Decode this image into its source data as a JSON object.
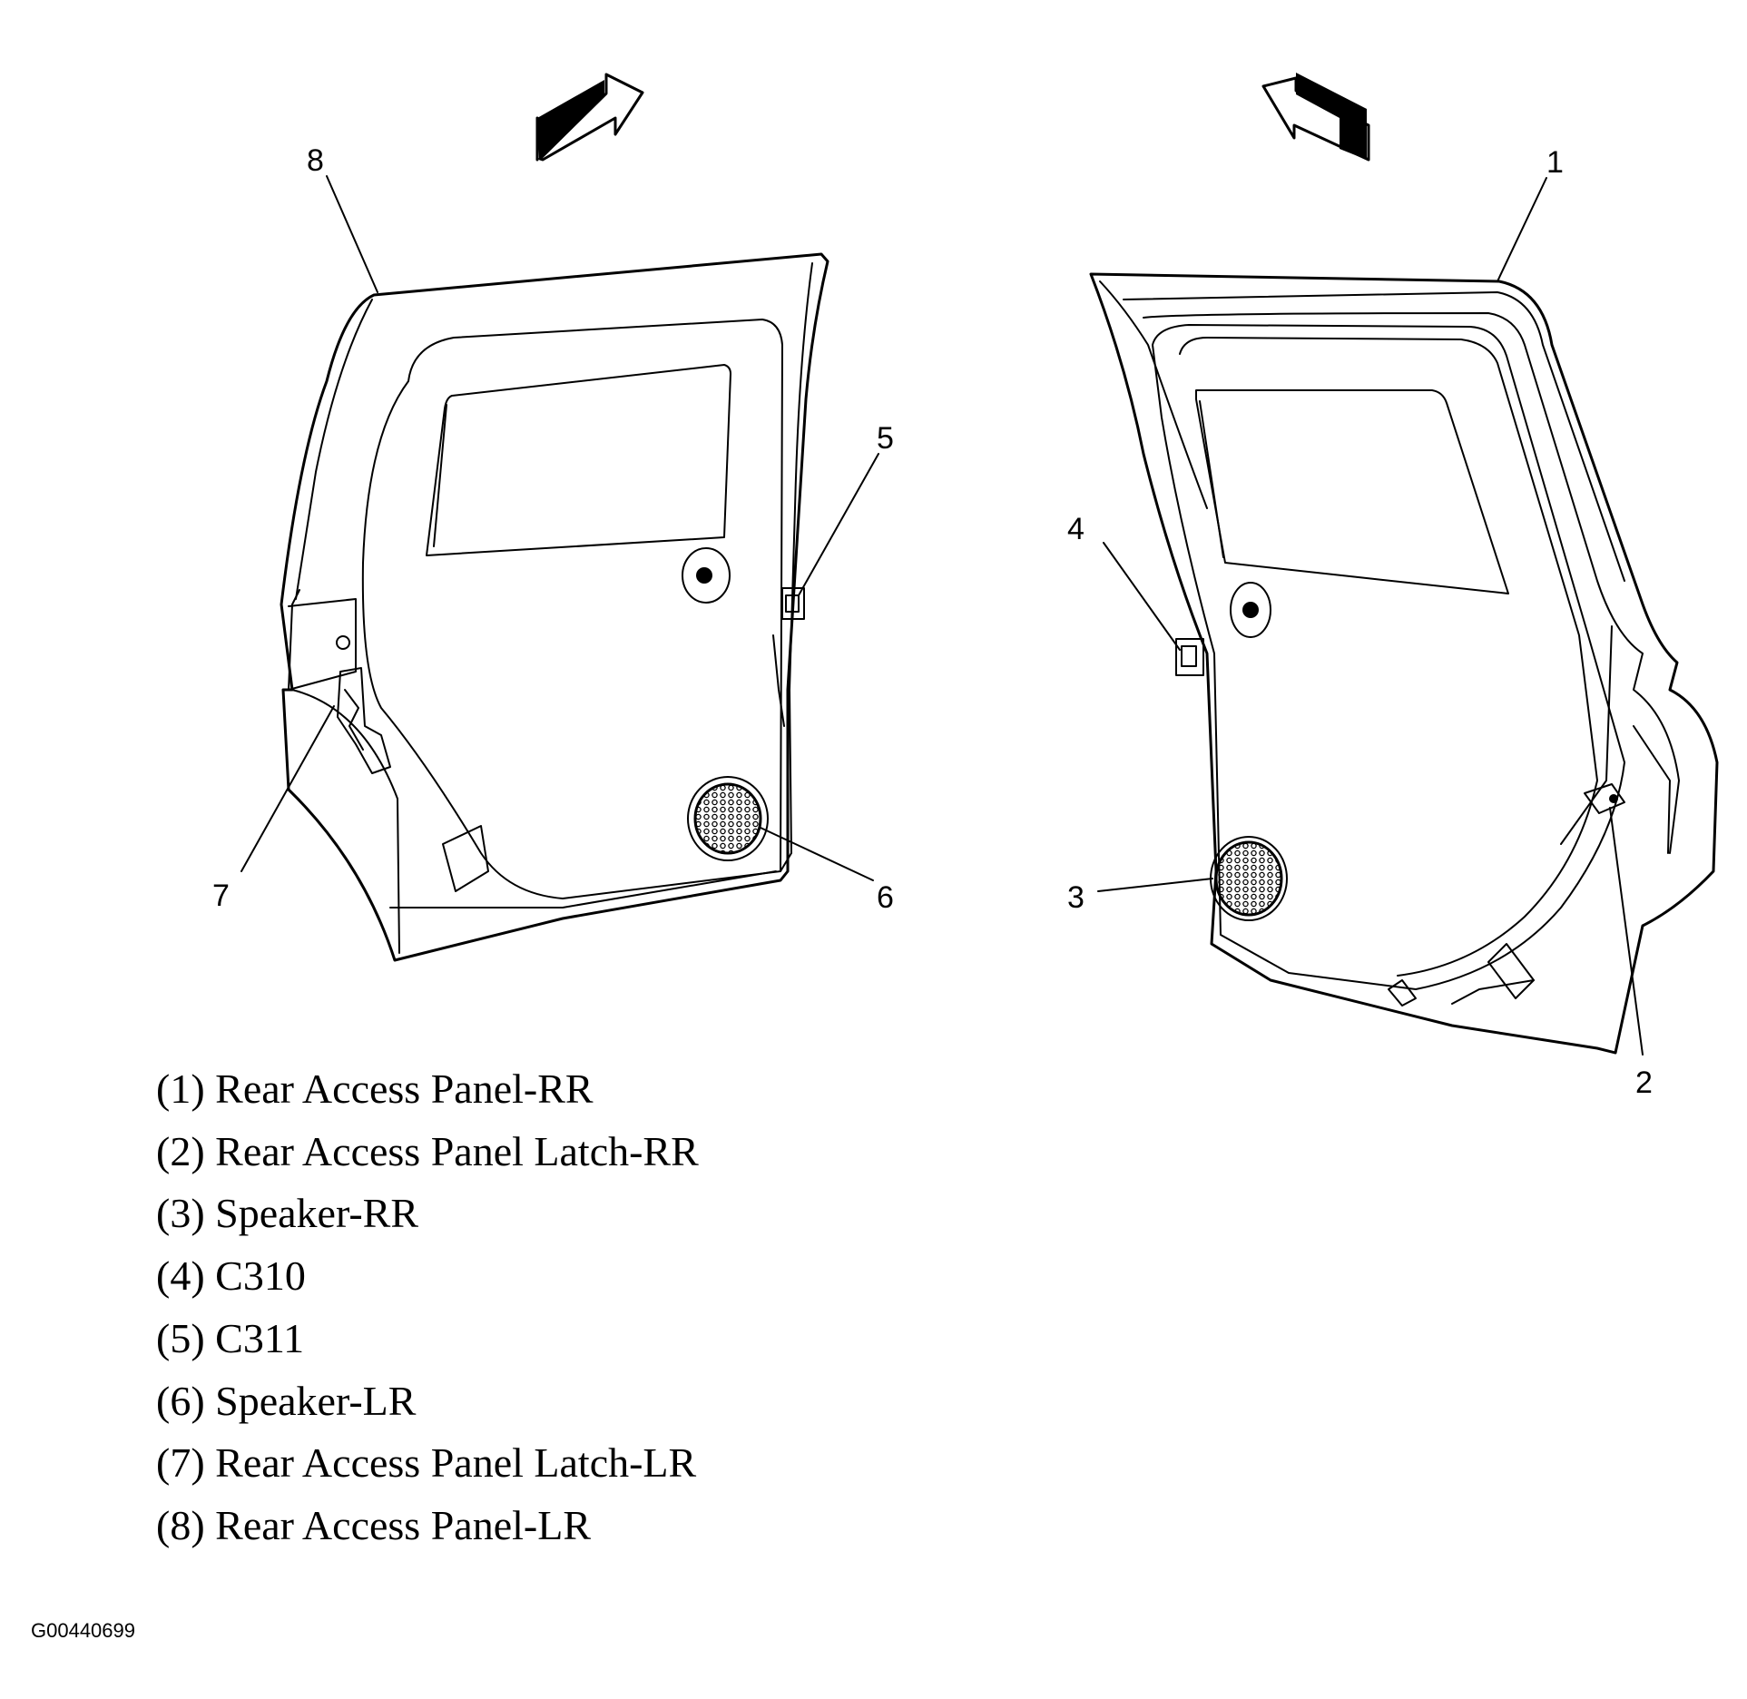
{
  "figure_id": "G00440699",
  "callouts": {
    "c1": "1",
    "c2": "2",
    "c3": "3",
    "c4": "4",
    "c5": "5",
    "c6": "6",
    "c7": "7",
    "c8": "8"
  },
  "legend": [
    {
      "label": "(1) Rear Access Panel-RR"
    },
    {
      "label": "(2) Rear Access Panel Latch-RR"
    },
    {
      "label": "(3) Speaker-RR"
    },
    {
      "label": "(4) C310"
    },
    {
      "label": "(5) C311"
    },
    {
      "label": "(6) Speaker-LR"
    },
    {
      "label": "(7) Rear Access Panel Latch-LR"
    },
    {
      "label": "(8) Rear Access Panel-LR"
    }
  ],
  "colors": {
    "ink": "#000000",
    "paper": "#ffffff"
  },
  "icons": [
    "forward-arrow-icon",
    "forward-arrow-icon",
    "speaker-grille-icon"
  ]
}
